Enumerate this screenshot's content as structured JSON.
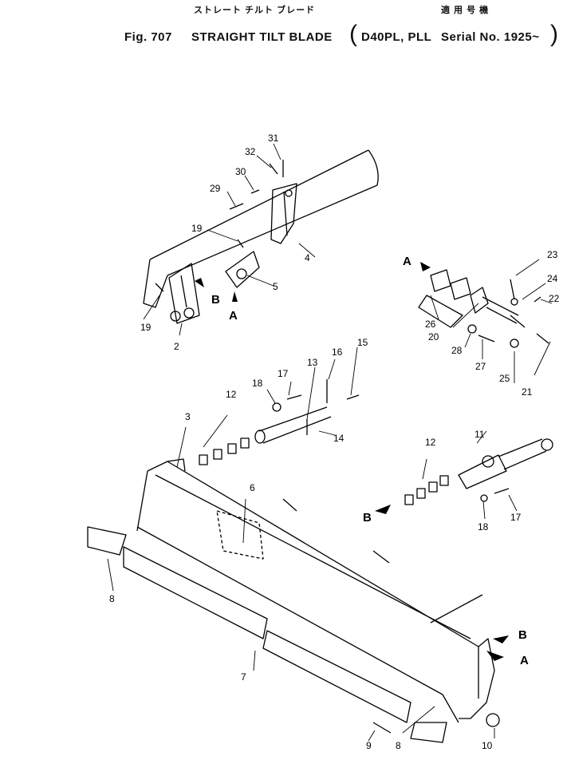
{
  "header": {
    "jp_title": "ストレート チルト ブレード",
    "jp_applicable": "適 用 号 機",
    "fig_label": "Fig. 707",
    "title": "STRAIGHT TILT BLADE",
    "models": "D40PL, PLL",
    "serial": "Serial No. 1925~"
  },
  "callouts": [
    "2",
    "3",
    "4",
    "5",
    "6",
    "7",
    "8",
    "8",
    "9",
    "10",
    "11",
    "12",
    "12",
    "13",
    "14",
    "15",
    "16",
    "17",
    "17",
    "18",
    "18",
    "19",
    "19",
    "20",
    "21",
    "22",
    "23",
    "24",
    "25",
    "26",
    "27",
    "28",
    "29",
    "30",
    "31",
    "32"
  ],
  "view_markers": [
    "A",
    "B",
    "A",
    "B",
    "B",
    "A"
  ]
}
